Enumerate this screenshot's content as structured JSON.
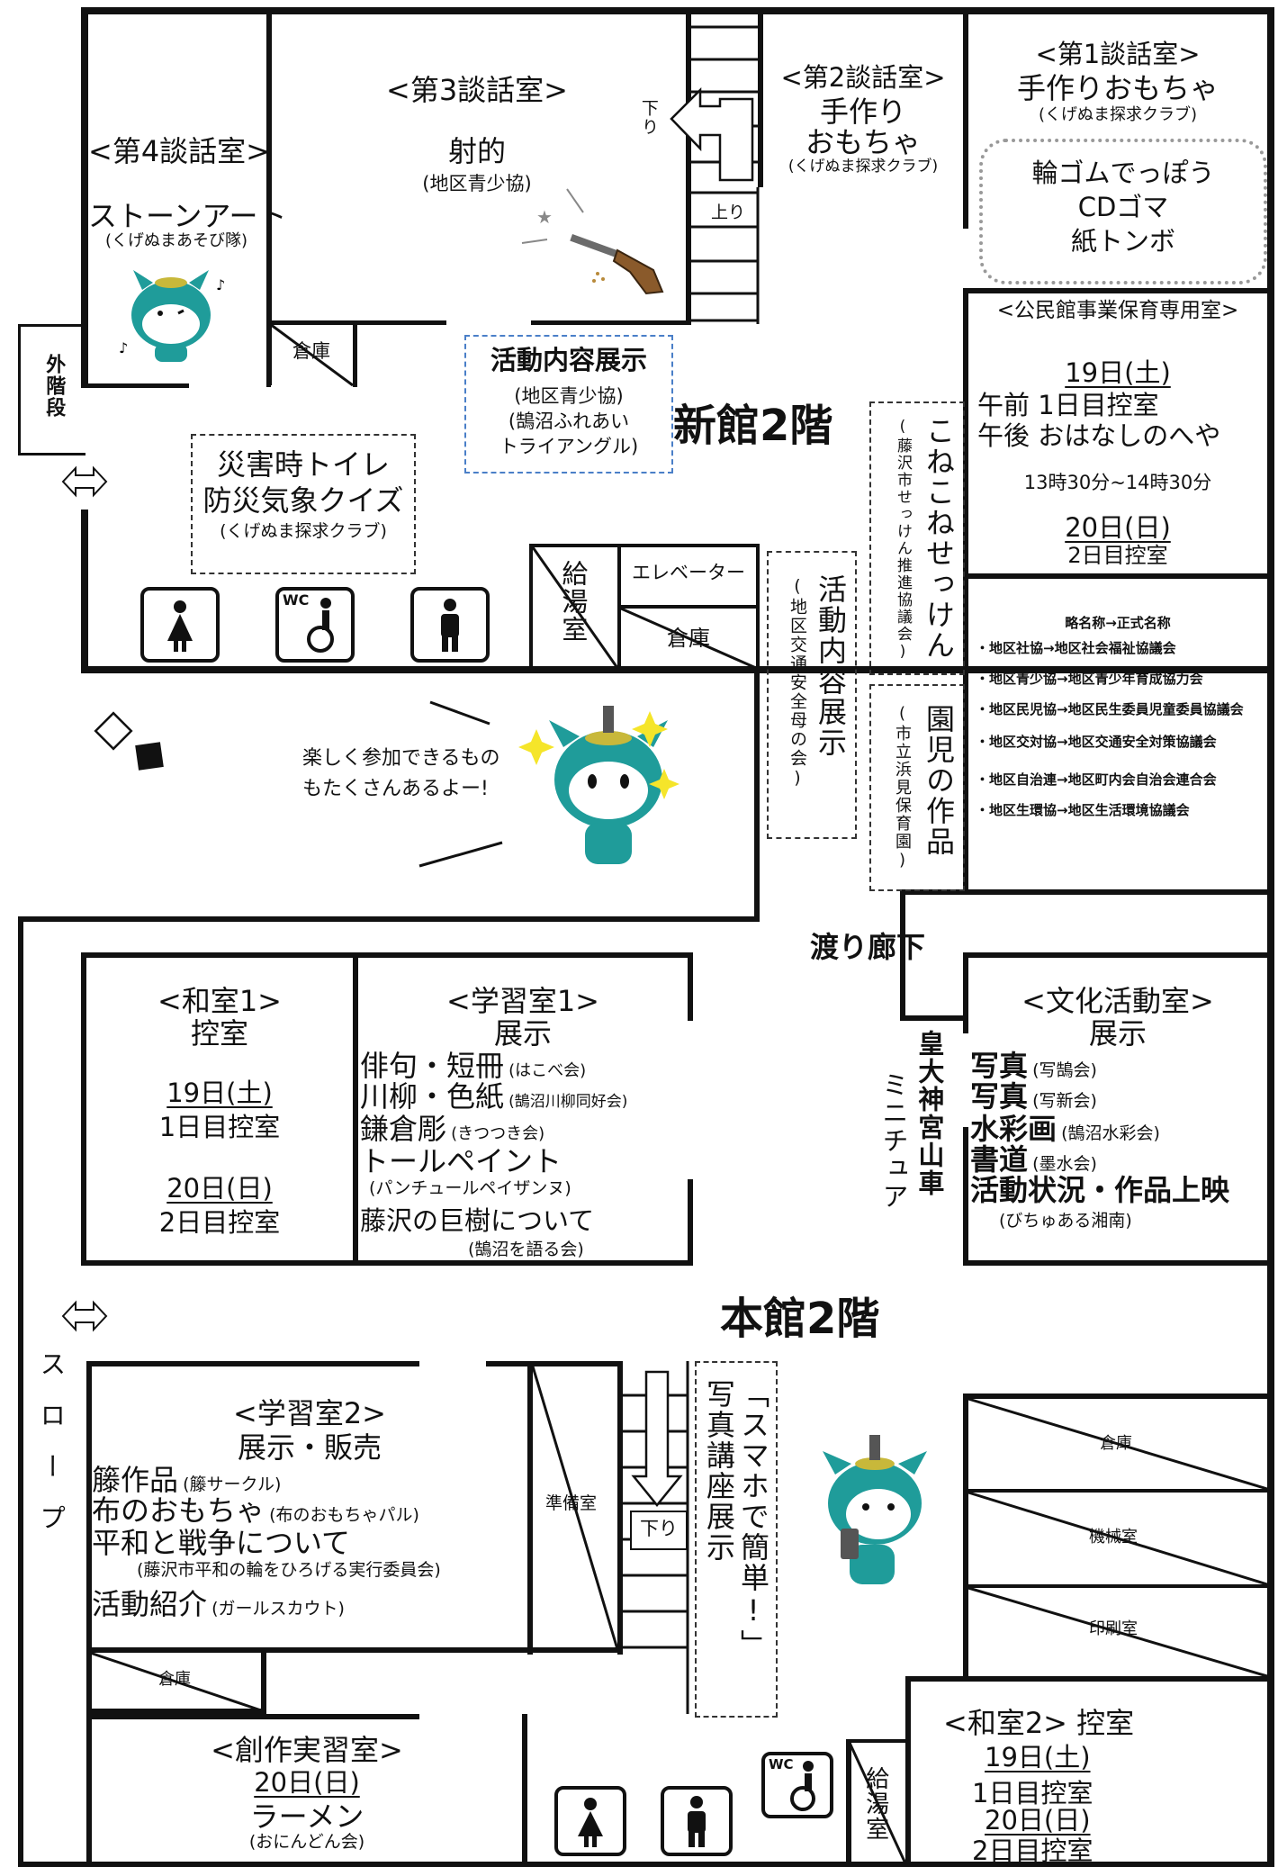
{
  "shinkan": {
    "title": "新館2階",
    "room4": {
      "name": "<第4談話室>",
      "item": "ストーンアート",
      "org": "(くげぬまあそび隊)"
    },
    "room3": {
      "name": "<第3談話室>",
      "item": "射的",
      "org": "(地区青少協)"
    },
    "room2": {
      "name": "<第2談話室>",
      "item1": "手作り",
      "item2": "おもちゃ",
      "org": "(くげぬま探求クラブ)"
    },
    "room1": {
      "name": "<第1談話室>",
      "item": "手作りおもちゃ",
      "org": "(くげぬま探求クラブ)",
      "list": [
        "輪ゴムでっぽう",
        "CDゴマ",
        "紙トンボ"
      ]
    },
    "stairs": {
      "down": "下り",
      "up": "上り"
    },
    "storage": "倉庫",
    "outer_stairs": "外階段",
    "activity_display": {
      "title": "活動内容展示",
      "org1": "(地区青少協)",
      "org2": "(鵠沼ふれあい",
      "org3": "トライアングル)"
    },
    "disaster": {
      "line1": "災害時トイレ",
      "line2": "防災気象クイズ",
      "org": "(くげぬま探求クラブ)"
    },
    "kitchen": "給湯室",
    "elevator": "エレベーター",
    "storage2": "倉庫",
    "activity_vertical": {
      "title": "活動内容展示",
      "org": "(地区交通安全母の会)"
    },
    "soap": {
      "title": "こねこねせっけん",
      "org": "(藤沢市せっけん推進協議会)"
    },
    "children": {
      "title": "園児の作品",
      "org": "(市立浜見保育園)"
    },
    "nursery": {
      "name": "<公民館事業保育専用室>",
      "day1": "19日(土)",
      "am": "午前 1日目控室",
      "pm": "午後 おはなしのへや",
      "time": "13時30分~14時30分",
      "day2": "20日(日)",
      "day2_room": "2日目控室"
    },
    "abbrev": {
      "title": "略名称→正式名称",
      "items": [
        "・地区社協→地区社会福祉協議会",
        "・地区青少協→地区青少年育成協力会",
        "・地区民児協→地区民生委員児童委員協議会",
        "・地区交対協→地区交通安全対策協議会",
        "・地区自治連→地区町内会自治会連合会",
        "・地区生環協→地区生活環境協議会"
      ]
    },
    "bubble": {
      "line1": "楽しく参加できるもの",
      "line2": "もたくさんあるよー!"
    },
    "wc": "WC"
  },
  "corridor": "渡り廊下",
  "honkan": {
    "title": "本館2階",
    "washitsu1": {
      "name": "<和室1>",
      "sub": "控室",
      "day1": "19日(土)",
      "day1_room": "1日目控室",
      "day2": "20日(日)",
      "day2_room": "2日目控室"
    },
    "gakushu1": {
      "name": "<学習室1>",
      "sub": "展示",
      "items": [
        {
          "t": "俳句・短冊",
          "o": "(はこべ会)"
        },
        {
          "t": "川柳・色紙",
          "o": "(鵠沼川柳同好会)"
        },
        {
          "t": "鎌倉彫",
          "o": "(きつつき会)"
        },
        {
          "t": "トールペイント",
          "o": ""
        },
        {
          "t": "",
          "o": "(パンチュールペイザンヌ)"
        },
        {
          "t": "藤沢の巨樹について",
          "o": ""
        },
        {
          "t": "",
          "o": "(鵠沼を語る会)"
        }
      ]
    },
    "mini": {
      "col1": "皇大神宮山車",
      "col2": "ミニチュア"
    },
    "bunka": {
      "name": "<文化活動室>",
      "sub": "展示",
      "items": [
        {
          "t": "写真",
          "o": "(写鵠会)"
        },
        {
          "t": "写真",
          "o": "(写新会)"
        },
        {
          "t": "水彩画",
          "o": "(鵠沼水彩会)"
        },
        {
          "t": "書道",
          "o": "(墨水会)"
        },
        {
          "t": "活動状況・作品上映",
          "o": ""
        },
        {
          "t": "",
          "o": "(びちゅある湘南)"
        }
      ]
    },
    "slope": "スロープ",
    "gakushu2": {
      "name": "<学習室2>",
      "sub": "展示・販売",
      "items": [
        {
          "t": "籐作品",
          "o": "(籐サークル)"
        },
        {
          "t": "布のおもちゃ",
          "o": "(布のおもちゃパル)"
        },
        {
          "t": "平和と戦争について",
          "o": ""
        },
        {
          "t": "",
          "o": "(藤沢市平和の輪をひろげる実行委員会)"
        },
        {
          "t": "活動紹介",
          "o": "(ガールスカウト)"
        }
      ]
    },
    "prep": "準備室",
    "down": "下り",
    "smartphone": "「スマホで簡単!」写真講座展示",
    "smart_col1": "「スマホで簡単!」",
    "smart_col2": "写真講座展示",
    "souko": "倉庫",
    "kikai": "機械室",
    "insatsu": "印刷室",
    "storage_small": "倉庫",
    "sosaku": {
      "name": "<創作実習室>",
      "day": "20日(日)",
      "item": "ラーメン",
      "org": "(おにんどん会)"
    },
    "washitsu2": {
      "name": "<和室2> 控室",
      "day1": "19日(土)",
      "day1_room": "1日目控室",
      "day2": "20日(日)",
      "day2_room": "2日目控室"
    },
    "kitchen": "給湯室",
    "wc": "WC"
  },
  "colors": {
    "mascot": "#1f9c9a",
    "mascot_dark": "#0f6f6d",
    "sparkle": "#f5e52a",
    "gun": "#8a5a2b"
  }
}
